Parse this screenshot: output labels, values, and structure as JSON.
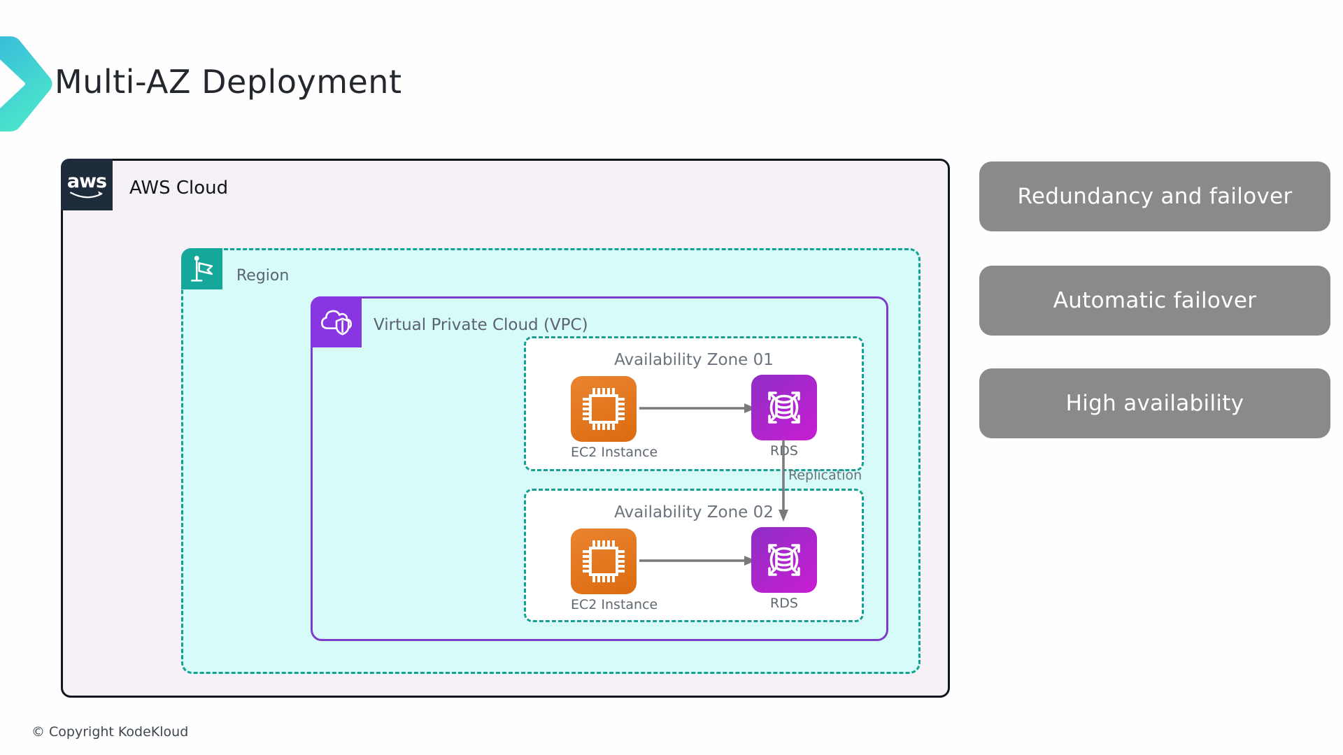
{
  "page": {
    "title": "Multi-AZ Deployment",
    "copyright": "© Copyright KodeKloud"
  },
  "diagram": {
    "aws_cloud": {
      "label": "AWS Cloud",
      "logo_text": "aws"
    },
    "region": {
      "label": "Region"
    },
    "vpc": {
      "label": "Virtual Private Cloud (VPC)"
    },
    "availability_zones": [
      {
        "title": "Availability Zone 01",
        "ec2_label": "EC2 Instance",
        "rds_label": "RDS"
      },
      {
        "title": "Availability Zone 02",
        "ec2_label": "EC2 Instance",
        "rds_label": "RDS"
      }
    ],
    "replication_label": "Replication"
  },
  "callouts": [
    {
      "label": "Redundancy and failover"
    },
    {
      "label": "Automatic failover"
    },
    {
      "label": "High availability"
    }
  ],
  "colors": {
    "region_teal": "#13a291",
    "region_bg": "#d7fbf9",
    "vpc_purple": "#7d3cc9",
    "vpc_icon_purple": "#8a35e2",
    "ec2_orange": "#e0751f",
    "rds_magenta": "#c91ed2",
    "aws_dark_navy": "#1e2b3b",
    "cloud_bg": "#f6f1f6",
    "callout_gray": "#8a8a8a",
    "arrow_gray": "#7a7a7a",
    "brand_teal_gradient_start": "#38bdda",
    "brand_teal_gradient_end": "#4ce5cb"
  }
}
